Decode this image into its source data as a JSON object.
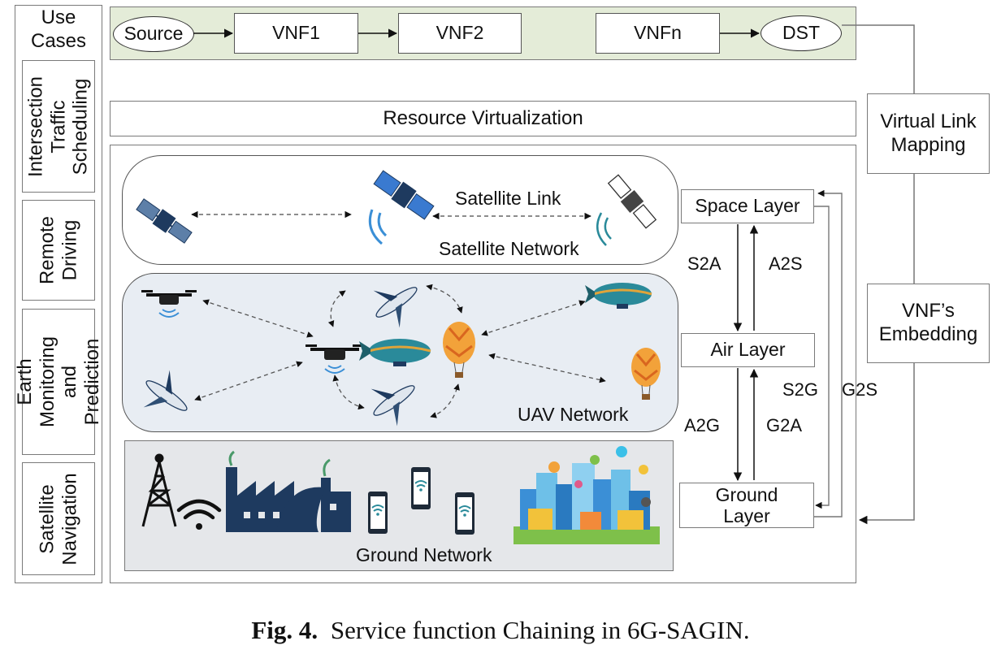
{
  "use_cases": {
    "header": "Use\nCases",
    "items": [
      "Intersection Traffic\nScheduling",
      "Remote\nDriving",
      "Earth\nMonitoring and Prediction",
      "Satellite\nNavigation"
    ]
  },
  "chain": {
    "source": "Source",
    "vnf1": "VNF1",
    "vnf2": "VNF2",
    "vnfn": "VNFn",
    "dst": "DST"
  },
  "resource_virtualization": "Resource Virtualization",
  "right_panel": {
    "virtual_link_mapping": "Virtual Link\nMapping",
    "vnf_embedding": "VNF’s\nEmbedding"
  },
  "networks": {
    "satellite_link": "Satellite Link",
    "satellite_network": "Satellite Network",
    "uav_network": "UAV Network",
    "ground_network": "Ground Network"
  },
  "layers": {
    "space": "Space Layer",
    "air": "Air Layer",
    "ground": "Ground\nLayer",
    "s2a": "S2A",
    "a2s": "A2S",
    "a2g": "A2G",
    "g2a": "G2A",
    "s2g": "S2G",
    "g2s": "G2S"
  },
  "caption": {
    "label": "Fig. 4.",
    "text": "Service function Chaining in 6G-SAGIN."
  },
  "colors": {
    "chain_band": "#e4ecd8",
    "uav_panel": "#e8edf3",
    "ground_panel": "#e5e7ea",
    "icon_navy": "#1e3a5f",
    "icon_teal": "#2a8a9a",
    "signal_blue": "#3b8fd6"
  }
}
